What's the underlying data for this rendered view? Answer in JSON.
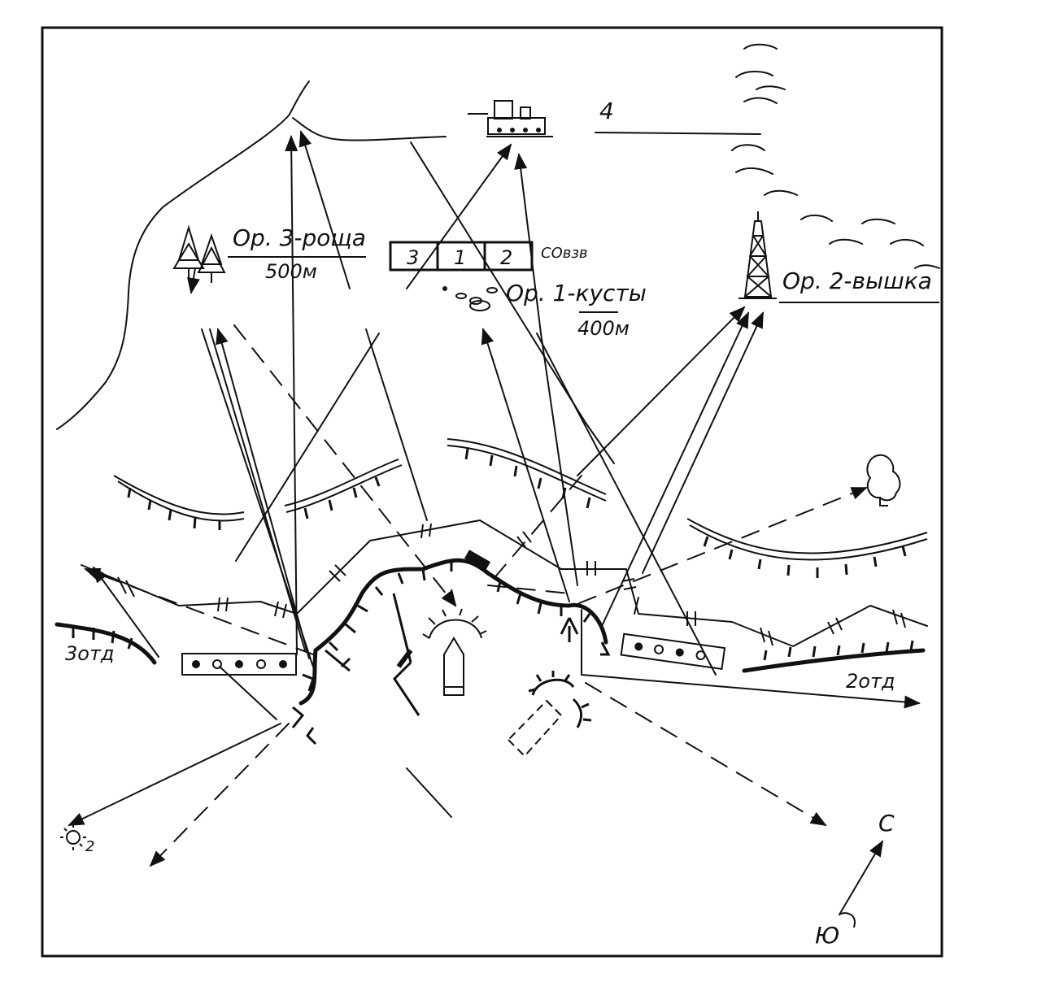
{
  "labels": {
    "landmark_3_name": "Ор. 3-роща",
    "landmark_3_distance": "500м",
    "landmark_1_name": "Ор. 1-кусты",
    "landmark_1_distance": "400м",
    "landmark_2_name": "Ор. 2-вышка",
    "platoon_tag": "СОвзв",
    "target_number": "4",
    "squad_3": "3отд",
    "squad_2": "2отд",
    "sun_number": "2",
    "north": "С",
    "south": "Ю"
  },
  "platoon_box": [
    "3",
    "1",
    "2"
  ],
  "left_post_lights": [
    "filled",
    "empty",
    "filled",
    "empty",
    "filled"
  ],
  "right_post_lights": [
    "filled",
    "empty",
    "filled",
    "empty"
  ],
  "colors": {
    "ink": "#111111",
    "paper": "#ffffff"
  }
}
